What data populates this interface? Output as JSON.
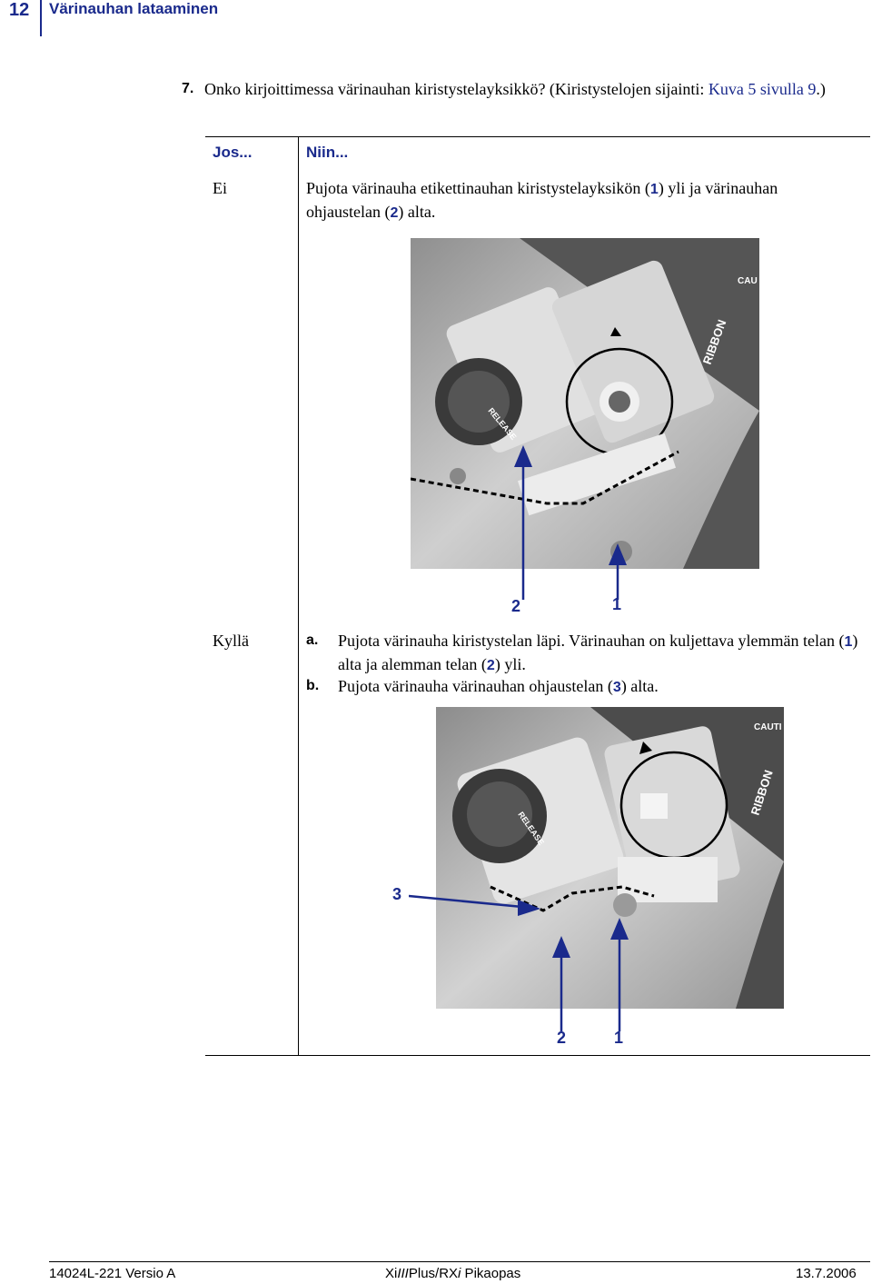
{
  "header": {
    "page_number": "12",
    "title": "Värinauhan lataaminen"
  },
  "step": {
    "number": "7.",
    "text": "Onko kirjoittimessa värinauhan kiristystelayksikkö? (Kiristystelojen sijainti: ",
    "link": "Kuva 5 sivulla 9",
    "text_end": ".)"
  },
  "table": {
    "head_if": "Jos...",
    "head_then": "Niin...",
    "row1": {
      "if": "Ei",
      "then_a": "Pujota värinauha etikettinauhan kiristystelayksikön (",
      "then_n1": "1",
      "then_b": ") yli ja värinauhan ohjaustelan (",
      "then_n2": "2",
      "then_c": ") alta.",
      "callouts": [
        "2",
        "1"
      ],
      "photo_labels": {
        "release": "RELEASE",
        "ribbon": "RIBBON",
        "caution": "CAU"
      }
    },
    "row2": {
      "if": "Kyllä",
      "a_label": "a.",
      "a_text1": "Pujota värinauha kiristystelan läpi. Värinauhan on kuljettava ylemmän telan (",
      "a_n1": "1",
      "a_text2": ") alta ja alemman telan (",
      "a_n2": "2",
      "a_text3": ") yli.",
      "b_label": "b.",
      "b_text1": "Pujota värinauha värinauhan ohjaustelan (",
      "b_n3": "3",
      "b_text2": ") alta.",
      "callouts": [
        "3",
        "2",
        "1"
      ],
      "photo_labels": {
        "release": "RELEASE",
        "ribbon": "RIBBON",
        "caution": "CAUTI"
      }
    }
  },
  "footer": {
    "left": "14024L-221 Versio A",
    "center_1": "Xi",
    "center_2": "III",
    "center_3": "Plus/RX",
    "center_4": "i",
    "center_5": " Pikaopas",
    "right": "13.7.2006"
  },
  "colors": {
    "accent": "#1a2a8c"
  }
}
